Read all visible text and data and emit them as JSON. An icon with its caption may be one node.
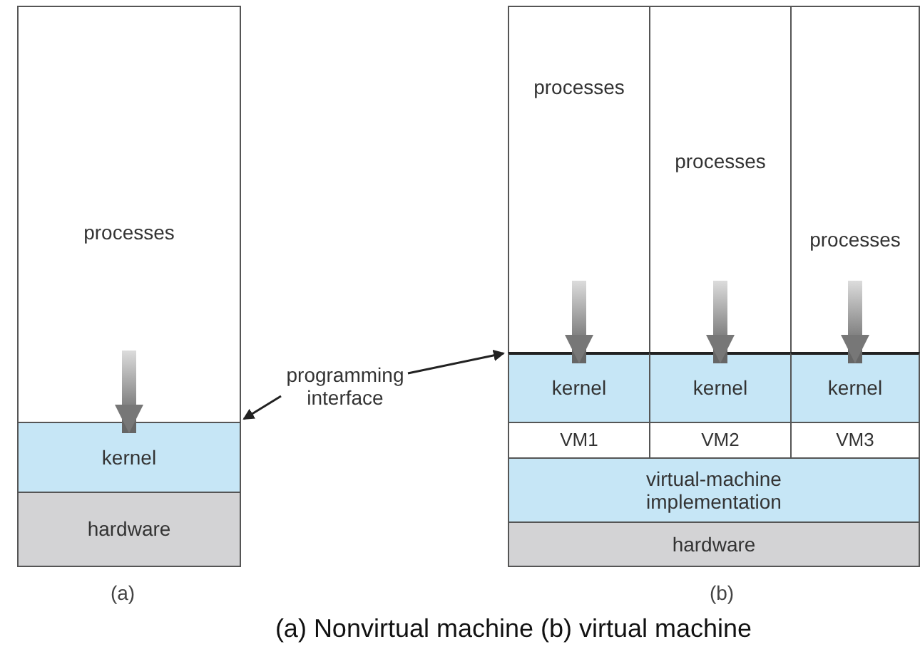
{
  "diagram": {
    "caption": "(a) Nonvirtual machine (b) virtual machine",
    "nodes": [
      {
        "text": [
          "processes"
        ]
      },
      {
        "text": [
          "kernel"
        ]
      },
      {
        "text": [
          "hardware"
        ]
      },
      {
        "text": [
          "processes"
        ]
      },
      {
        "text": [
          "processes"
        ]
      },
      {
        "text": [
          "processes"
        ]
      },
      {
        "text": [
          "kernel"
        ]
      },
      {
        "text": [
          "kernel"
        ]
      },
      {
        "text": [
          "kernel"
        ]
      },
      {
        "text": [
          "VM1"
        ]
      },
      {
        "text": [
          "VM2"
        ]
      },
      {
        "text": [
          "VM3"
        ]
      },
      {
        "text": [
          "virtual-machine implementation"
        ]
      },
      {
        "text": [
          "hardware"
        ]
      },
      {
        "text": [
          "programming interface"
        ]
      }
    ],
    "edges": [
      {
        "from": 0,
        "to": 1,
        "arrow": "to",
        "style": "thick"
      },
      {
        "from": 3,
        "to": 6,
        "arrow": "to",
        "style": "thick"
      },
      {
        "from": 4,
        "to": 7,
        "arrow": "to",
        "style": "thick"
      },
      {
        "from": 5,
        "to": 8,
        "arrow": "to",
        "style": "thick"
      },
      {
        "from": 14,
        "to": 1,
        "arrow": "to"
      },
      {
        "from": 14,
        "to": 6,
        "arrow": "to"
      }
    ],
    "labels": [
      "(a)",
      "(b)"
    ]
  }
}
